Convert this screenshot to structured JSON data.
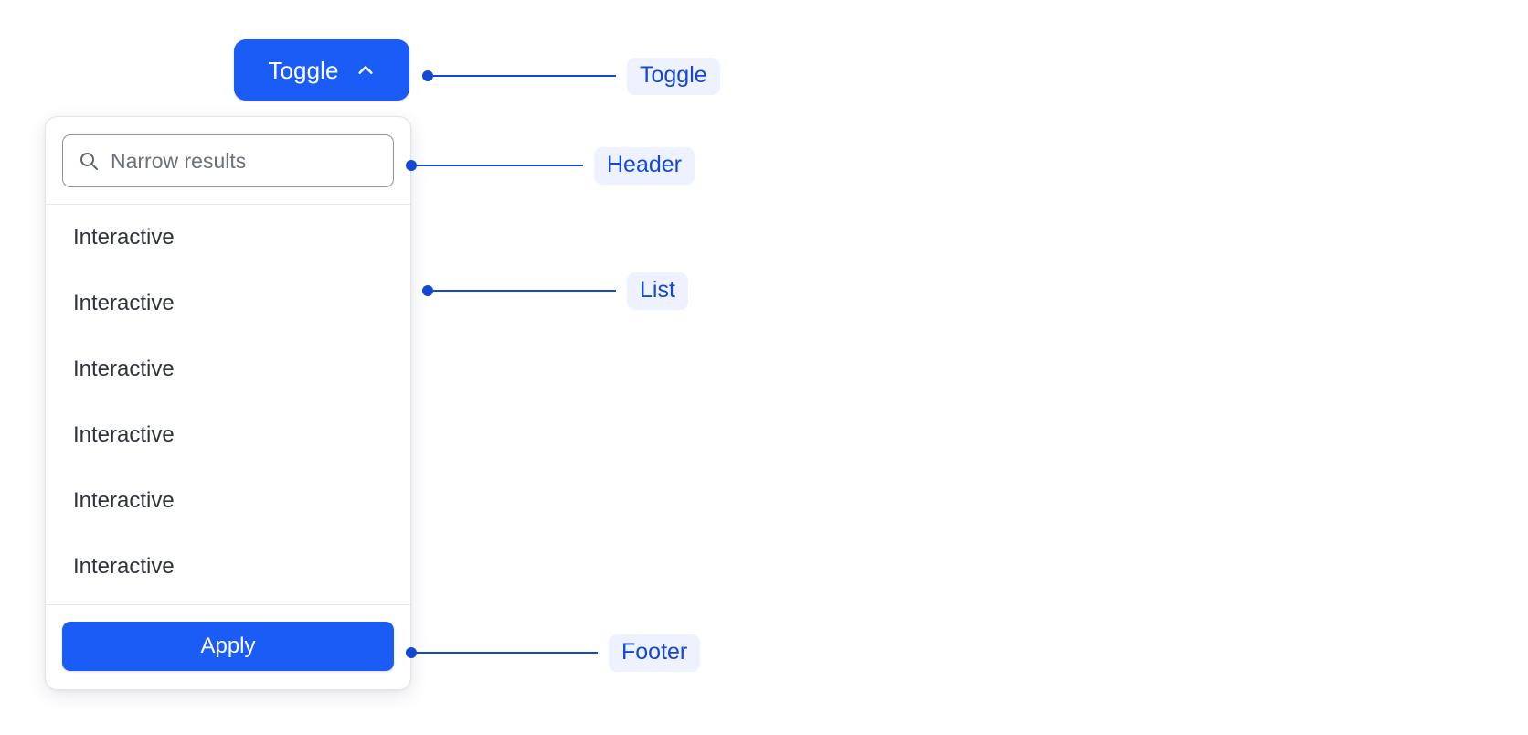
{
  "colors": {
    "accent_blue": "#1a5cf5",
    "annotation_blue": "#1347d4",
    "annotation_pill_bg": "#edf2fe",
    "panel_border": "#e3e5e9",
    "divider": "#e6e8ec",
    "text_primary": "#2f333c",
    "placeholder_text": "#6b707b",
    "page_background": "#ffffff"
  },
  "toggle": {
    "label": "Toggle",
    "icon": "chevron-up-icon",
    "state": "expanded"
  },
  "dropdown": {
    "header": {
      "search": {
        "icon": "search-icon",
        "value": "",
        "placeholder": "Narrow results"
      }
    },
    "list": {
      "items": [
        {
          "label": "Interactive"
        },
        {
          "label": "Interactive"
        },
        {
          "label": "Interactive"
        },
        {
          "label": "Interactive"
        },
        {
          "label": "Interactive"
        },
        {
          "label": "Interactive"
        }
      ]
    },
    "footer": {
      "apply_label": "Apply"
    }
  },
  "annotations": [
    {
      "label": "Toggle"
    },
    {
      "label": "Header"
    },
    {
      "label": "List"
    },
    {
      "label": "Footer"
    }
  ]
}
